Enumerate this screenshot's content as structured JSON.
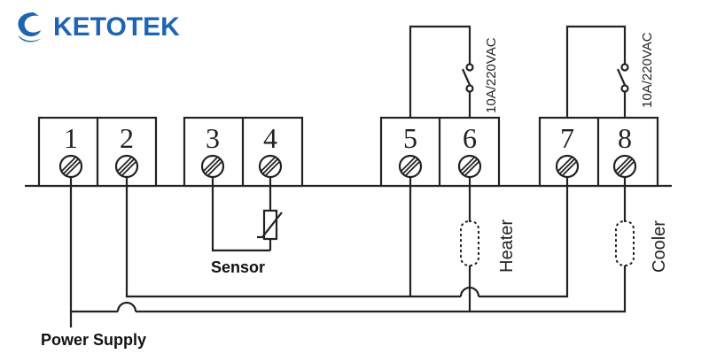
{
  "brand": {
    "name": "KETOTEK",
    "logo_icon": "swirl-logo-icon",
    "color": "#1f63b5"
  },
  "terminals": [
    "1",
    "2",
    "3",
    "4",
    "5",
    "6",
    "7",
    "8"
  ],
  "relays": [
    {
      "id": "heater-relay",
      "rating": "10A/220VAC"
    },
    {
      "id": "cooler-relay",
      "rating": "10A/220VAC"
    }
  ],
  "labels": {
    "sensor": "Sensor",
    "power_supply": "Power Supply",
    "heater": "Heater",
    "cooler": "Cooler"
  }
}
